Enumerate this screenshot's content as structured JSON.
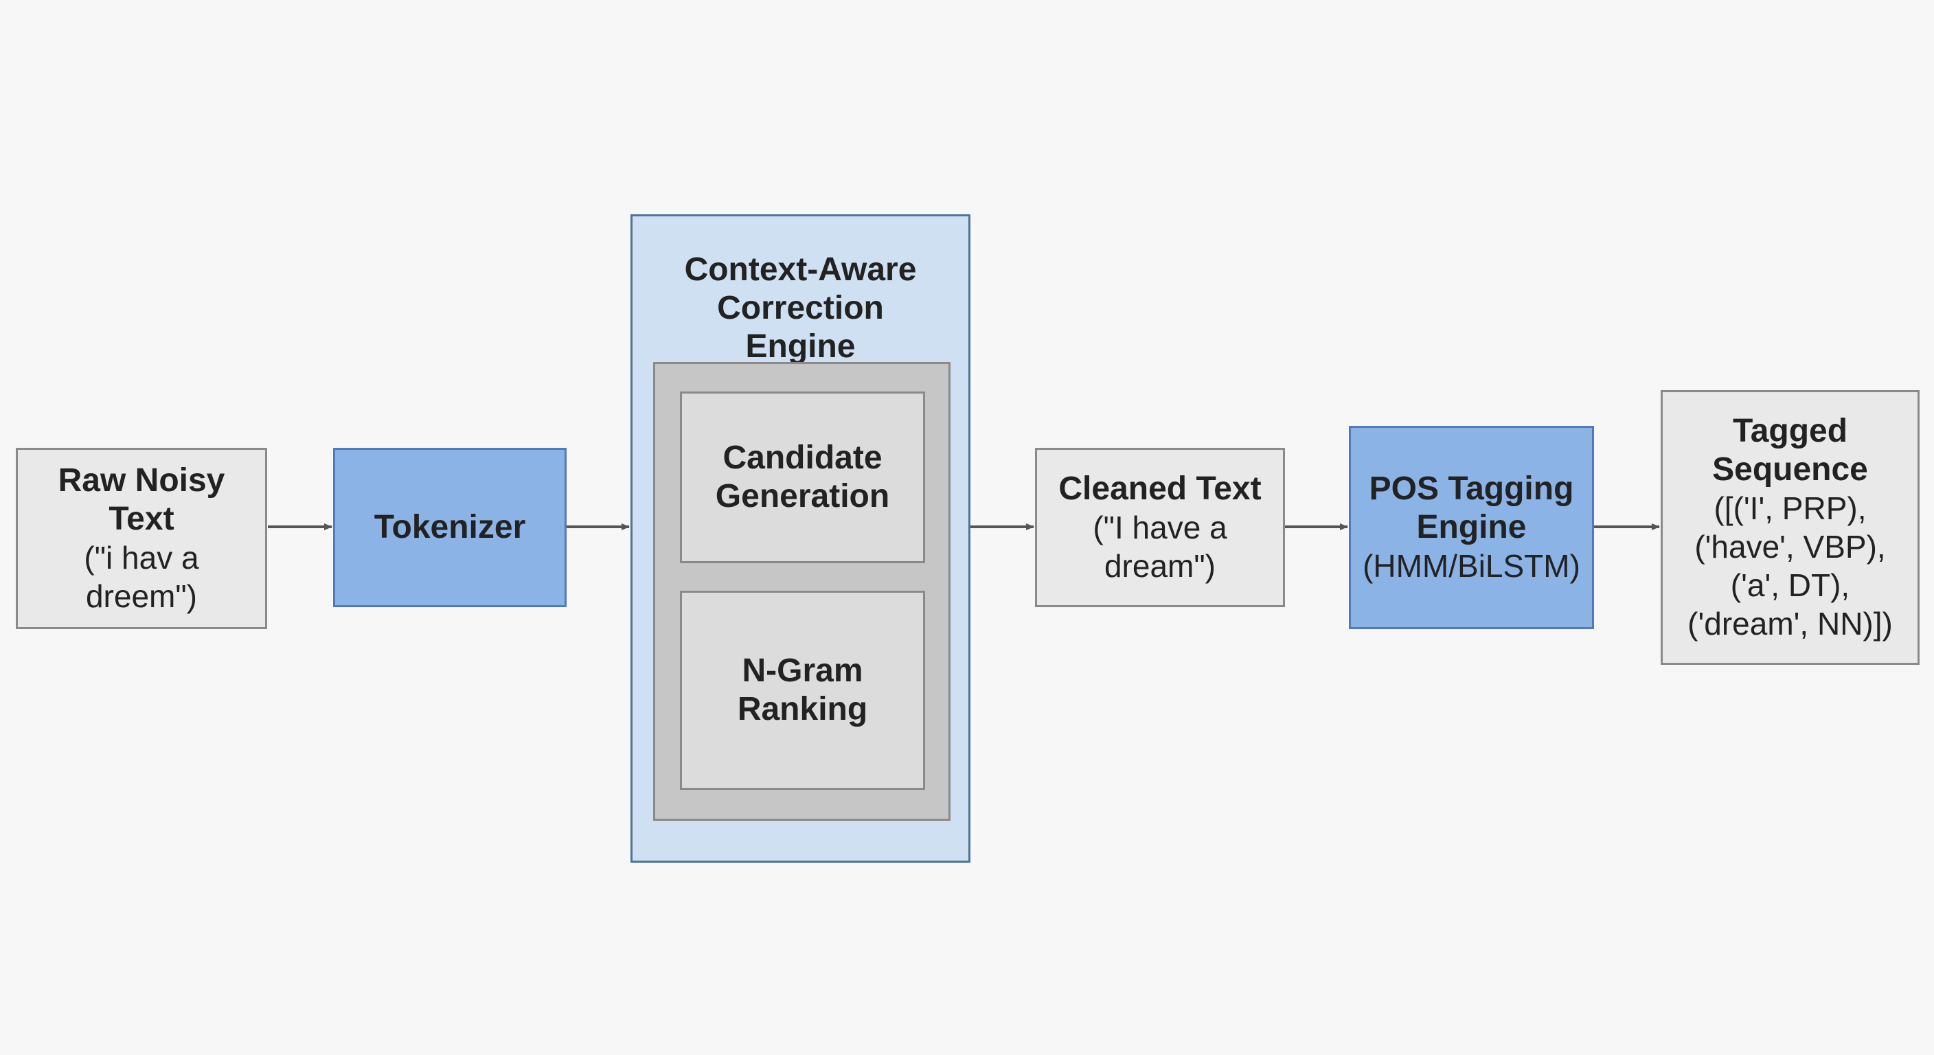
{
  "nodes": {
    "raw_input": {
      "title": "Raw Noisy Text",
      "subtitle": "(\"i hav a dreem\")"
    },
    "tokenizer": {
      "title": "Tokenizer"
    },
    "correction_engine": {
      "title": "Context-Aware Correction Engine",
      "candidate_generation": "Candidate Generation",
      "ngram_ranking": "N-Gram Ranking"
    },
    "cleaned_text": {
      "title": "Cleaned Text",
      "subtitle": "(\"I have a dream\")"
    },
    "pos_tagging": {
      "title": "POS Tagging Engine",
      "subtitle": "(HMM/BiLSTM)"
    },
    "tagged_sequence": {
      "title": "Tagged Sequence",
      "subtitle": "([('I', PRP), ('have', VBP), ('a', DT), ('dream', NN)])"
    }
  },
  "colors": {
    "gray_box_fill": "#e9e9e9",
    "blue_box_fill": "#8cb3e6",
    "engine_fill": "#cfe0f2",
    "inner_frame_fill": "#c6c6c6",
    "arrow": "#555555"
  },
  "flow": [
    "raw_input",
    "tokenizer",
    "correction_engine",
    "cleaned_text",
    "pos_tagging",
    "tagged_sequence"
  ]
}
